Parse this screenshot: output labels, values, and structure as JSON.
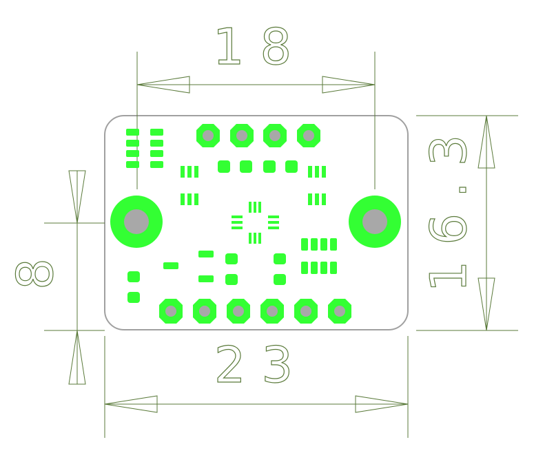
{
  "dimensions": {
    "top_width": "1 8",
    "right_height": "1 6 . 3",
    "left_offset": "8",
    "bottom_width": "2 3"
  },
  "colors": {
    "pad": "#33ff33",
    "hole": "#a8a8a8",
    "dimension": "#5a7a3a",
    "board_outline": "#a0a0a0"
  }
}
